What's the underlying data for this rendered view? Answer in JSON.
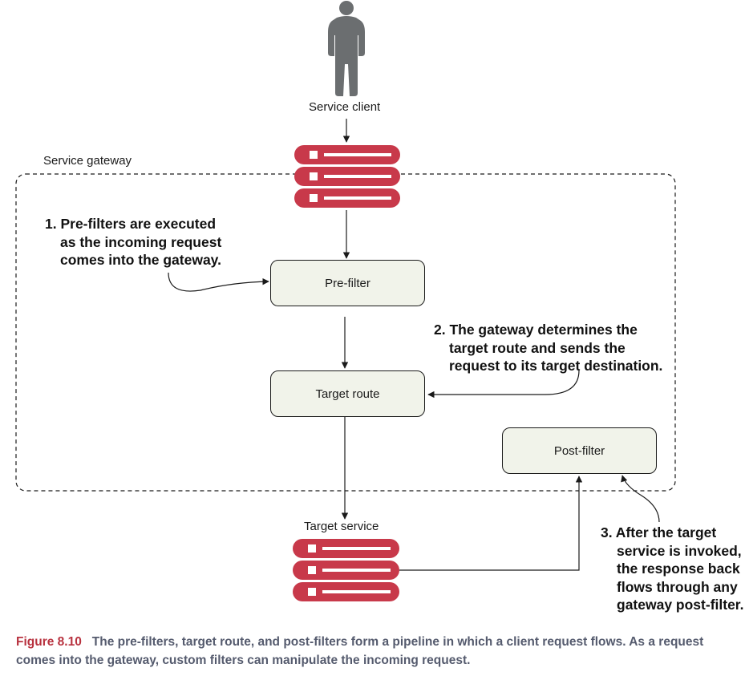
{
  "diagram": {
    "client_label": "Service client",
    "gateway_label": "Service gateway",
    "prefilter_label": "Pre-filter",
    "target_route_label": "Target route",
    "postfilter_label": "Post-filter",
    "target_service_label": "Target service",
    "notes": {
      "note1": [
        "1. Pre-filters are executed",
        "as the incoming request",
        "comes into the gateway."
      ],
      "note2": [
        "2. The gateway determines the",
        "target route and sends the",
        "request to its target destination."
      ],
      "note3": [
        "3. After the target",
        "service is invoked,",
        "the response back",
        "flows through any",
        "gateway post-filter."
      ]
    }
  },
  "caption": {
    "figure_number": "Figure 8.10",
    "text": "The pre-filters, target route, and post-filters form a pipeline in which a client request flows. As a request comes into the gateway, custom filters can manipulate the incoming request."
  },
  "colors": {
    "server_red": "#c8394a",
    "box_fill": "#f1f3ea",
    "caption_figure": "#b8323f",
    "caption_text": "#555b6e",
    "person_gray": "#6b6e70"
  }
}
